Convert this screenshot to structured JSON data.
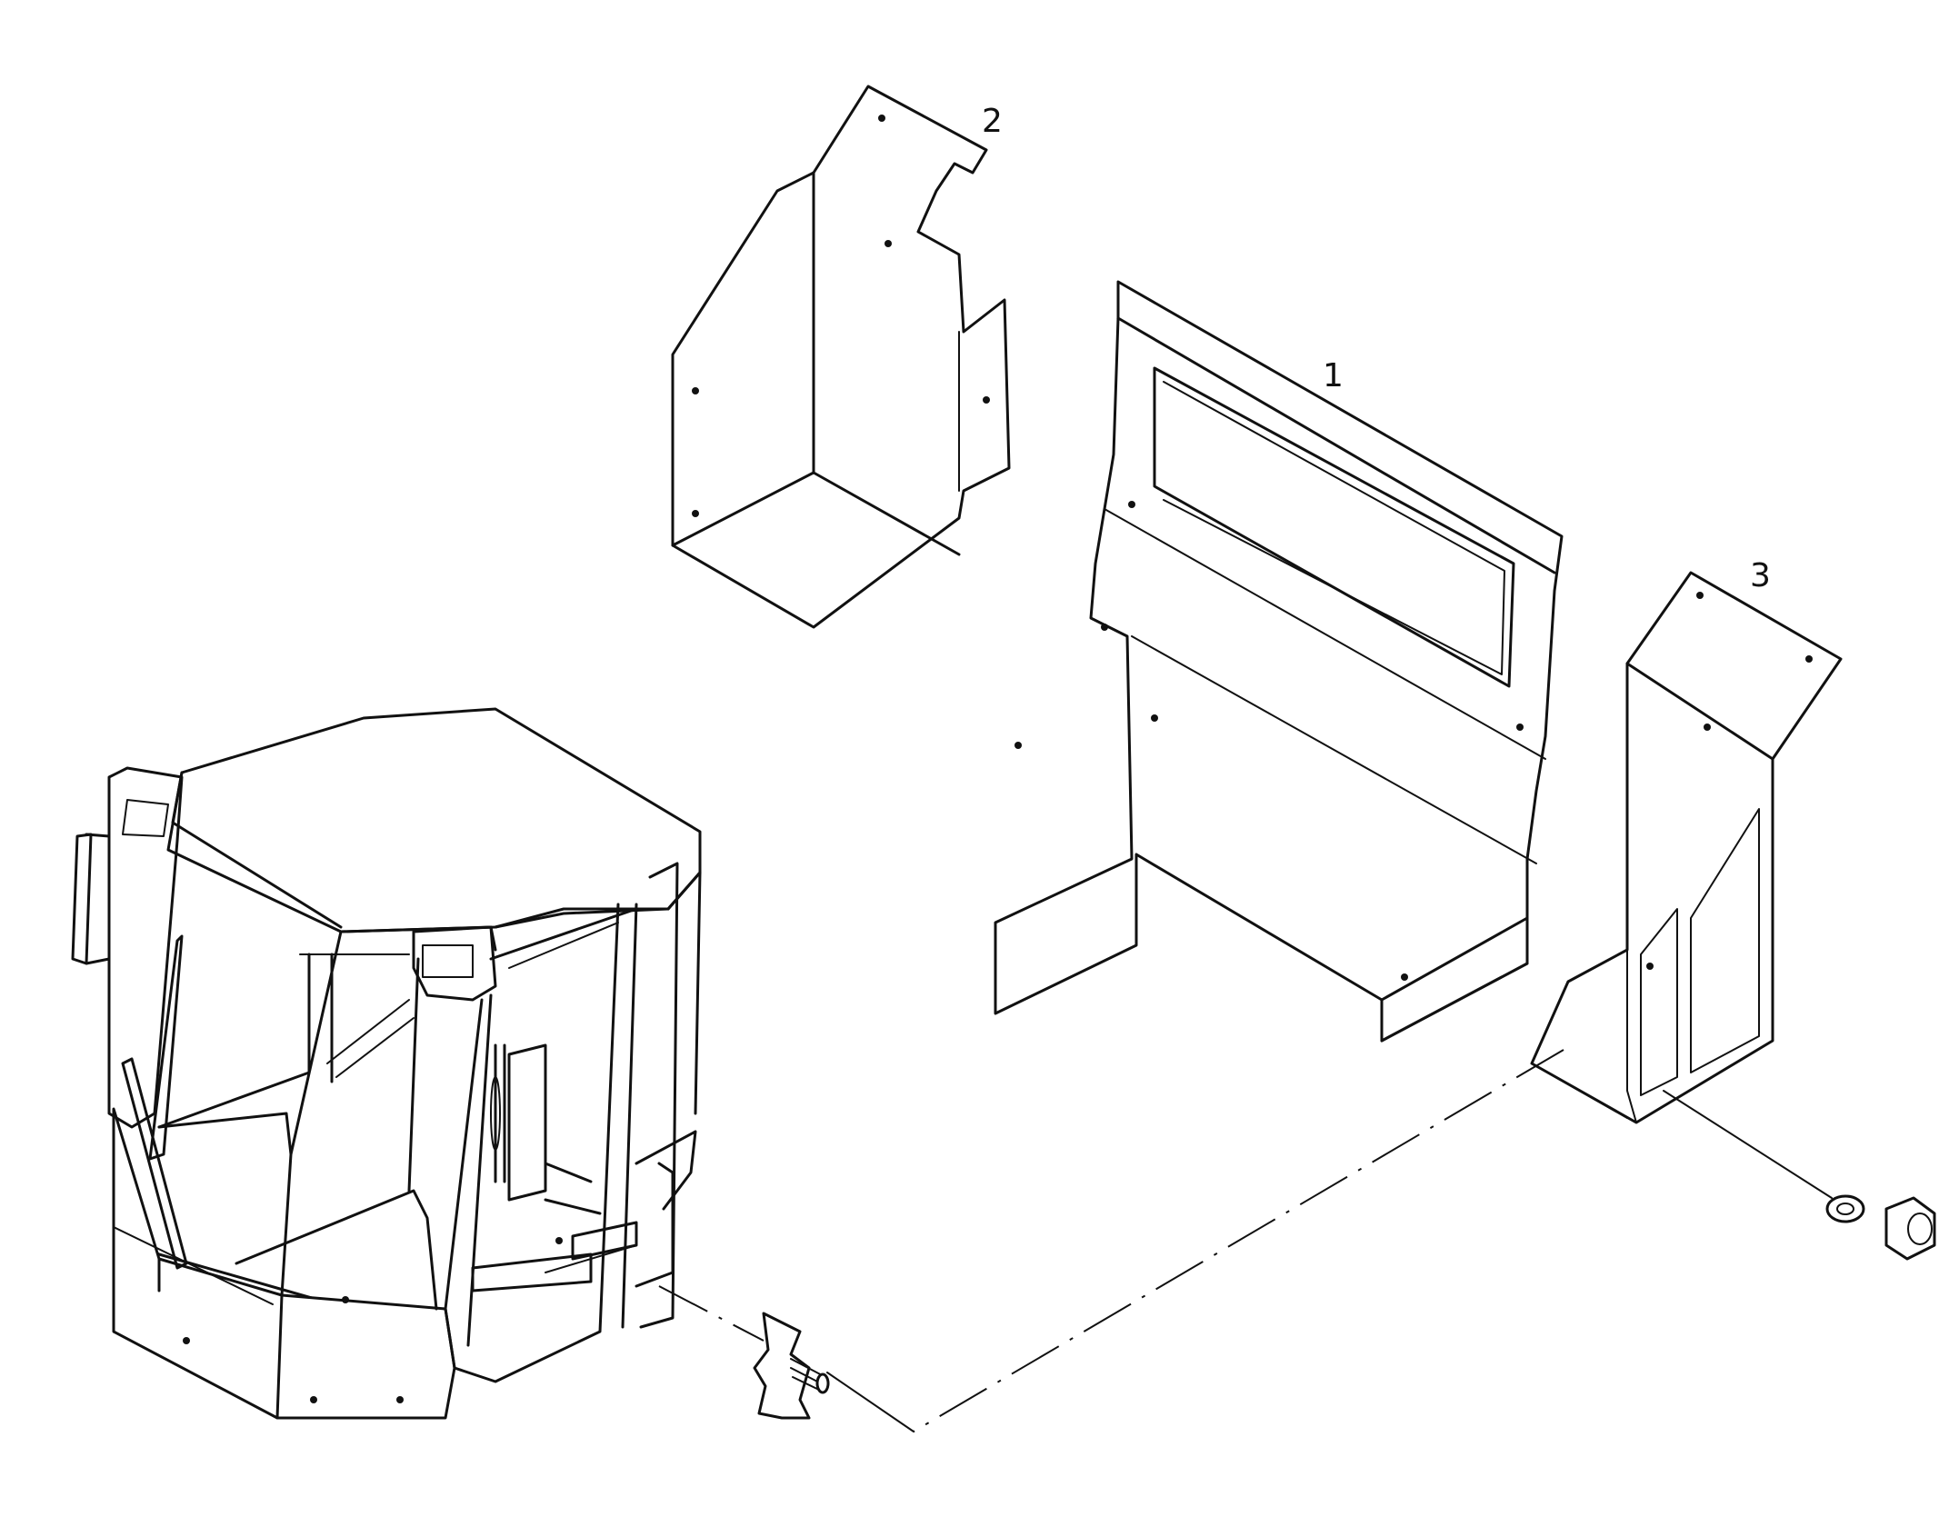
{
  "callouts": {
    "part1": "1",
    "part2": "2",
    "part3": "3"
  },
  "colors": {
    "line": "#111111",
    "background": "#ffffff"
  }
}
